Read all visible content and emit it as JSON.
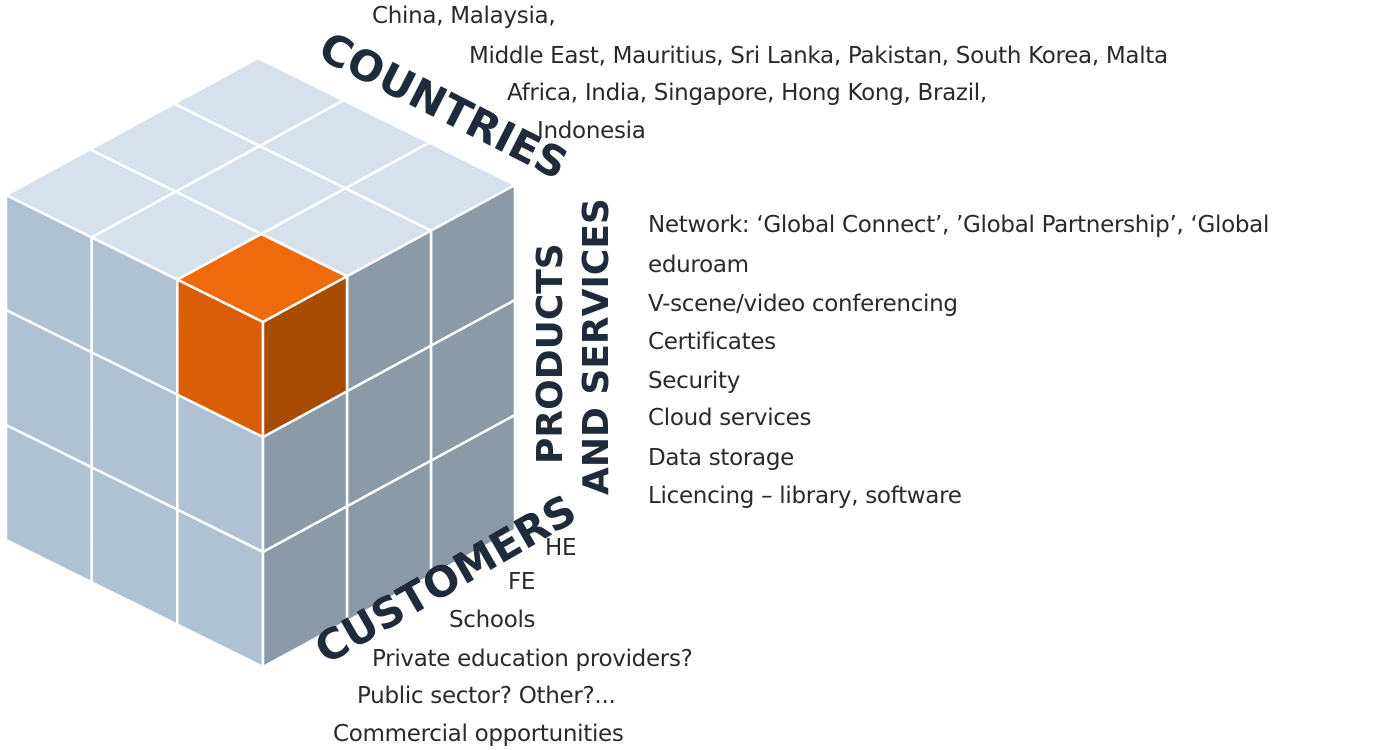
{
  "labels": {
    "countries": "COUNTRIES",
    "products_line1": "PRODUCTS",
    "products_line2": "AND SERVICES",
    "customers": "CUSTOMERS"
  },
  "countries": [
    "China, Malaysia,",
    "Middle East, Mauritius, Sri Lanka, Pakistan, South Korea, Malta",
    "Africa, India, Singapore, Hong Kong, Brazil,",
    "Indonesia"
  ],
  "products": [
    "Network: ‘Global Connect’, ’Global Partnership’, ‘Global",
    "eduroam",
    "V-scene/video conferencing",
    "Certificates",
    "Security",
    "Cloud services",
    "Data storage",
    "Licencing – library, software"
  ],
  "customers": [
    "HE",
    "FE",
    "Schools",
    "Private education providers?",
    "Public sector? Other?...",
    "Commercial opportunities"
  ],
  "colors": {
    "top_face": "#d6e1ee",
    "left_face": "#afc2d4",
    "right_face": "#8b9aa8",
    "edge": "#ffffff",
    "highlight_top": "#ee6a0a",
    "highlight_left": "#d85e08",
    "highlight_right": "#a84c02",
    "label": "#1f2a3a"
  }
}
